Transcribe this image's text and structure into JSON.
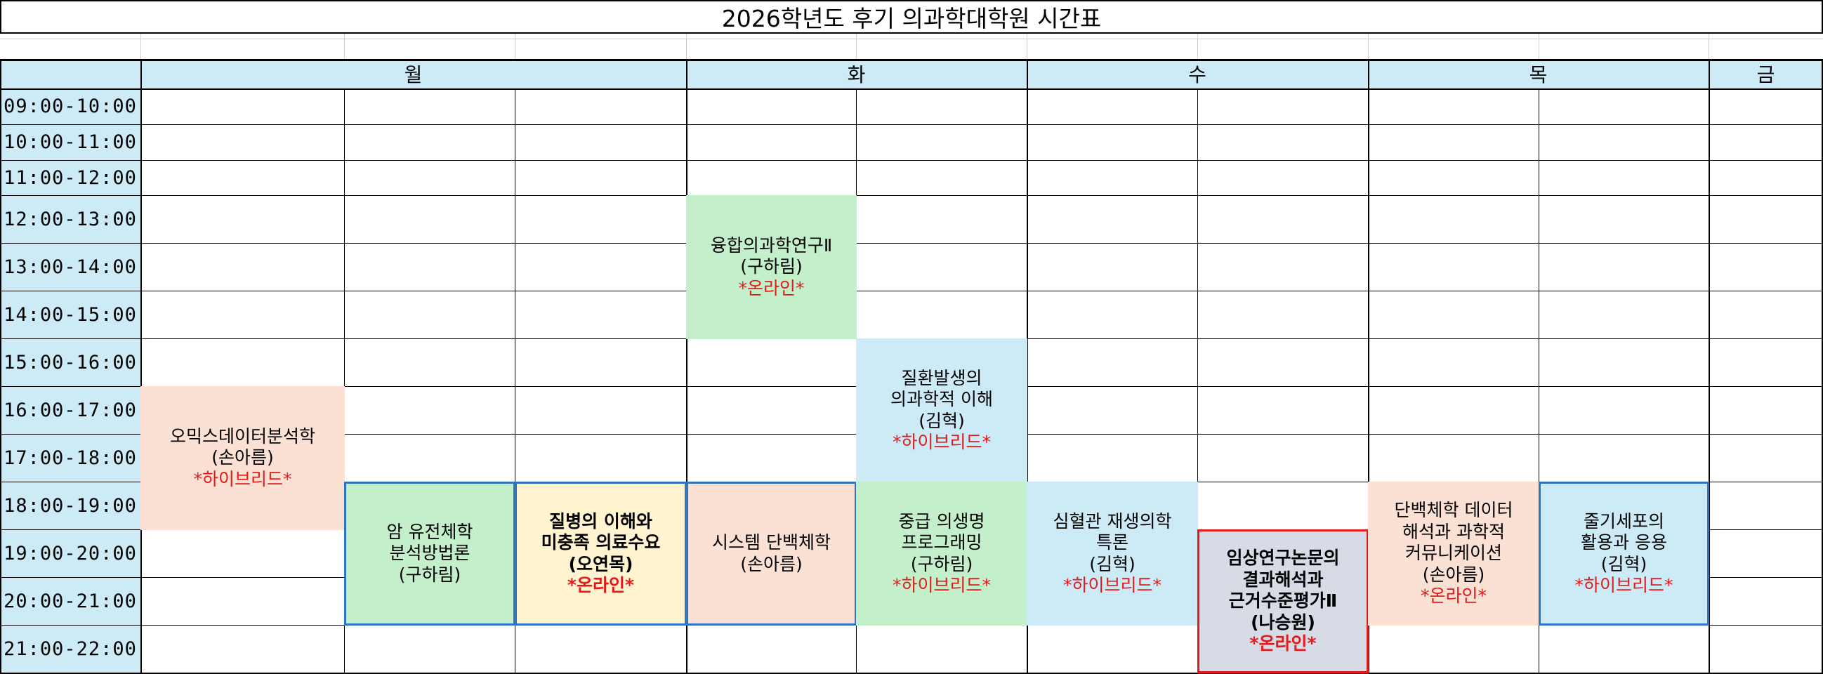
{
  "title": "2026학년도 후기 의과학대학원 시간표",
  "days": [
    "월",
    "화",
    "수",
    "목",
    "금"
  ],
  "time_slots": [
    "09:00-10:00",
    "10:00-11:00",
    "11:00-12:00",
    "12:00-13:00",
    "13:00-14:00",
    "14:00-15:00",
    "15:00-16:00",
    "16:00-17:00",
    "17:00-18:00",
    "18:00-19:00",
    "19:00-20:00",
    "20:00-21:00",
    "21:00-22:00"
  ],
  "courses": {
    "omics": {
      "day": "월",
      "time": "16:00-19:00",
      "title": "오믹스데이터분석학",
      "instructor": "(손아름)",
      "mode": "*하이브리드*",
      "color": "#fbe0d4"
    },
    "cancer": {
      "day": "월",
      "time": "18:00-21:00",
      "title": [
        "암 유전체학",
        "분석방법론"
      ],
      "instructor": "(구하림)",
      "color": "#c4efcb"
    },
    "disease": {
      "day": "월",
      "time": "18:00-21:00",
      "title": [
        "질병의 이해와",
        "미충족 의료수요"
      ],
      "instructor": "(오연목)",
      "mode": "*온라인*",
      "color": "#fff4cf"
    },
    "fusion": {
      "day": "화",
      "time": "12:00-15:00",
      "title": "융합의과학연구Ⅱ",
      "instructor": "(구하림)",
      "mode": "*온라인*",
      "color": "#c4efcb"
    },
    "pathogenesis": {
      "day": "화",
      "time": "15:00-18:00",
      "title": [
        "질환발생의",
        "의과학적 이해"
      ],
      "instructor": "(김혁)",
      "mode": "*하이브리드*",
      "color": "#cdeaf7"
    },
    "protein": {
      "day": "화",
      "time": "18:00-21:00",
      "title": "시스템 단백체학",
      "instructor": "(손아름)",
      "color": "#fbe0d4"
    },
    "programming": {
      "day": "화",
      "time": "18:00-21:00",
      "title": [
        "중급 의생명",
        "프로그래밍"
      ],
      "instructor": "(구하림)",
      "mode": "*하이브리드*",
      "color": "#c4efcb"
    },
    "cardio": {
      "day": "수",
      "time": "18:00-21:00",
      "title": [
        "심혈관 재생의학",
        "특론"
      ],
      "instructor": "(김혁)",
      "mode": "*하이브리드*",
      "color": "#cdeaf7"
    },
    "clinical": {
      "day": "수",
      "time": "19:00-22:00",
      "title": [
        "임상연구논문의",
        "결과해석과",
        "근거수준평가Ⅱ"
      ],
      "instructor": "(나승원)",
      "mode": "*온라인*",
      "color": "#d6dbe6"
    },
    "proteomics": {
      "day": "목",
      "time": "18:00-21:00",
      "title": [
        "단백체학 데이터",
        "해석과 과학적",
        "커뮤니케이션"
      ],
      "instructor": "(손아름)",
      "mode": "*온라인*",
      "color": "#fbe0d4"
    },
    "stemcell": {
      "day": "목",
      "time": "18:00-21:00",
      "title": [
        "줄기세포의",
        "활용과 응용"
      ],
      "instructor": "(김혁)",
      "mode": "*하이브리드*",
      "color": "#cdeaf7"
    }
  }
}
